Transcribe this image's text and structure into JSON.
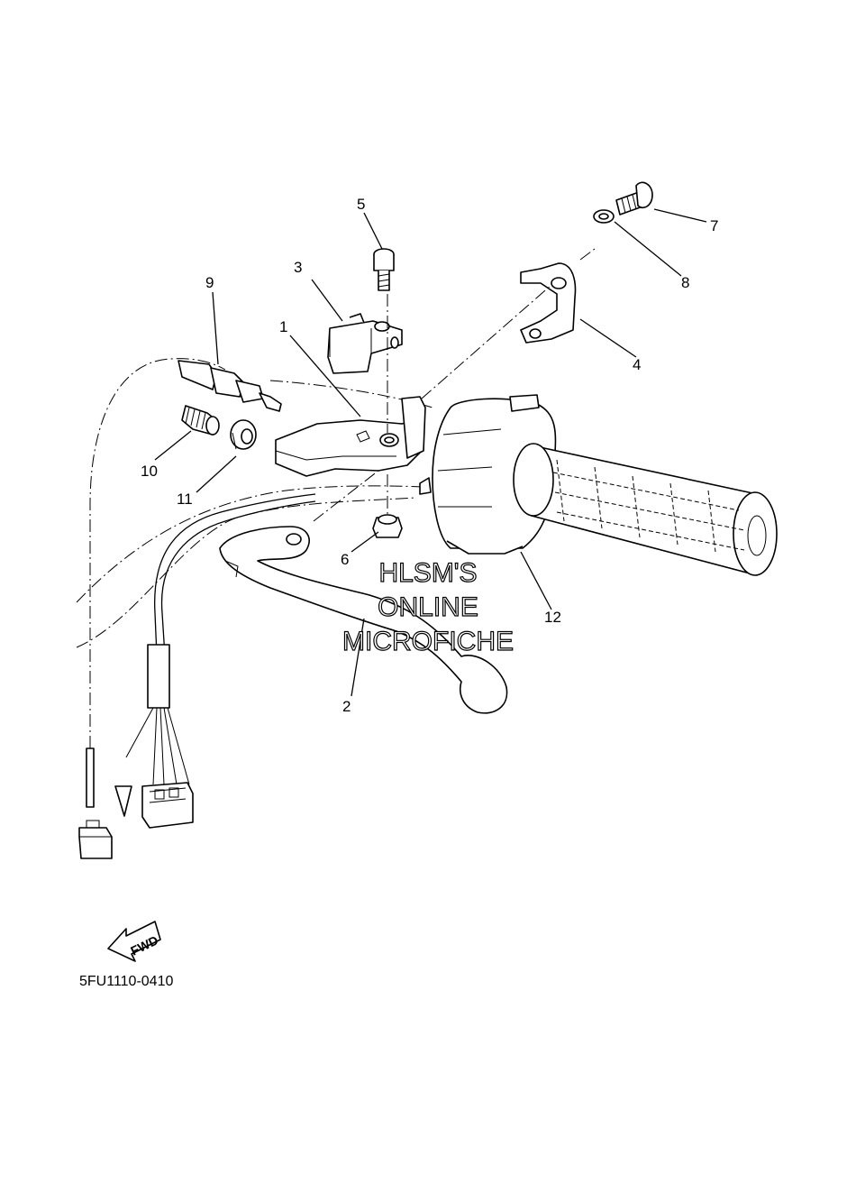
{
  "callouts": [
    {
      "id": "1",
      "label": "1"
    },
    {
      "id": "2",
      "label": "2"
    },
    {
      "id": "3",
      "label": "3"
    },
    {
      "id": "4",
      "label": "4"
    },
    {
      "id": "5",
      "label": "5"
    },
    {
      "id": "6",
      "label": "6"
    },
    {
      "id": "7",
      "label": "7"
    },
    {
      "id": "8",
      "label": "8"
    },
    {
      "id": "9",
      "label": "9"
    },
    {
      "id": "10",
      "label": "10"
    },
    {
      "id": "11",
      "label": "11"
    },
    {
      "id": "12",
      "label": "12"
    }
  ],
  "watermark": {
    "line1": "HLSM'S",
    "line2": "ONLINE",
    "line3": "MICROFICHE"
  },
  "fwd_label": "FWD",
  "diagram_code": "5FU1110-0410"
}
